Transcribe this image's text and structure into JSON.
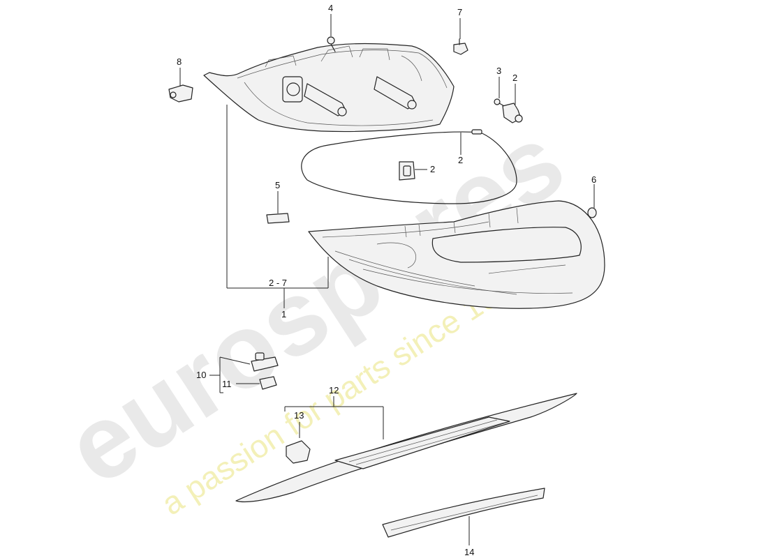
{
  "watermark": {
    "brand": "eurospares",
    "tagline": "a passion for parts since 1985"
  },
  "colors": {
    "line": "#222222",
    "watermark_brand": "#e9e9e9",
    "watermark_tagline": "#f3f0b8"
  },
  "callouts": {
    "n1": "1",
    "n2a": "2",
    "n2b": "2",
    "n2c": "2",
    "n3": "3",
    "n4": "4",
    "n5": "5",
    "n6": "6",
    "n7": "7",
    "n8": "8",
    "n10": "10",
    "n11": "11",
    "n12": "12",
    "n13": "13",
    "n14": "14",
    "range": "2 - 7"
  }
}
